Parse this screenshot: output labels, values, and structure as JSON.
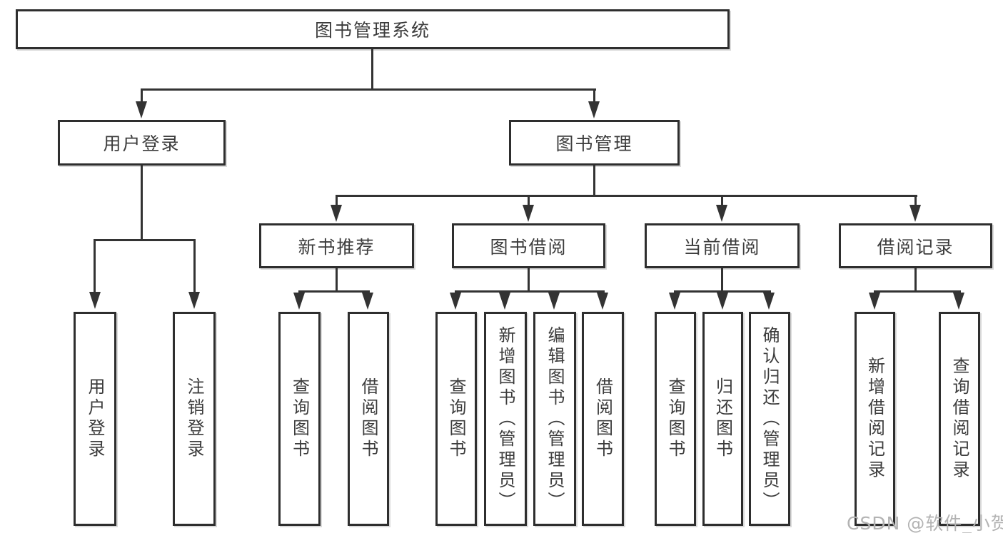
{
  "diagram_type": "hierarchy-tree",
  "colors": {
    "background": "#ffffff",
    "box_border": "#2e2e2e",
    "box_fill": "#ffffff",
    "line": "#333333",
    "text": "#3c3c3c",
    "watermark": "#b3b3b3"
  },
  "watermark": "CSDN @软件_小贺同学",
  "nodes": {
    "root": "图书管理系统",
    "user_login": "用户登录",
    "book_mgmt": "图书管理",
    "new_book_rec": "新书推荐",
    "book_borrow": "图书借阅",
    "current_borrow": "当前借阅",
    "borrow_records": "借阅记录",
    "leaf_user_login": "用户登录",
    "leaf_logout": "注销登录",
    "leaf_query_book_1": "查询图书",
    "leaf_borrow_book_1": "借阅图书",
    "leaf_query_book_2": "查询图书",
    "leaf_add_book": "新增图书（管理员）",
    "leaf_edit_book": "编辑图书（管理员）",
    "leaf_borrow_book_2": "借阅图书",
    "leaf_query_book_3": "查询图书",
    "leaf_return_book": "归还图书",
    "leaf_confirm_return": "确认归还（管理员）",
    "leaf_add_borrow_record": "新增借阅记录",
    "leaf_query_borrow_record": "查询借阅记录"
  },
  "hierarchy": {
    "图书管理系统": {
      "用户登录": [
        "用户登录",
        "注销登录"
      ],
      "图书管理": {
        "新书推荐": [
          "查询图书",
          "借阅图书"
        ],
        "图书借阅": [
          "查询图书",
          "新增图书（管理员）",
          "编辑图书（管理员）",
          "借阅图书"
        ],
        "当前借阅": [
          "查询图书",
          "归还图书",
          "确认归还（管理员）"
        ],
        "借阅记录": [
          "新增借阅记录",
          "查询借阅记录"
        ]
      }
    }
  }
}
